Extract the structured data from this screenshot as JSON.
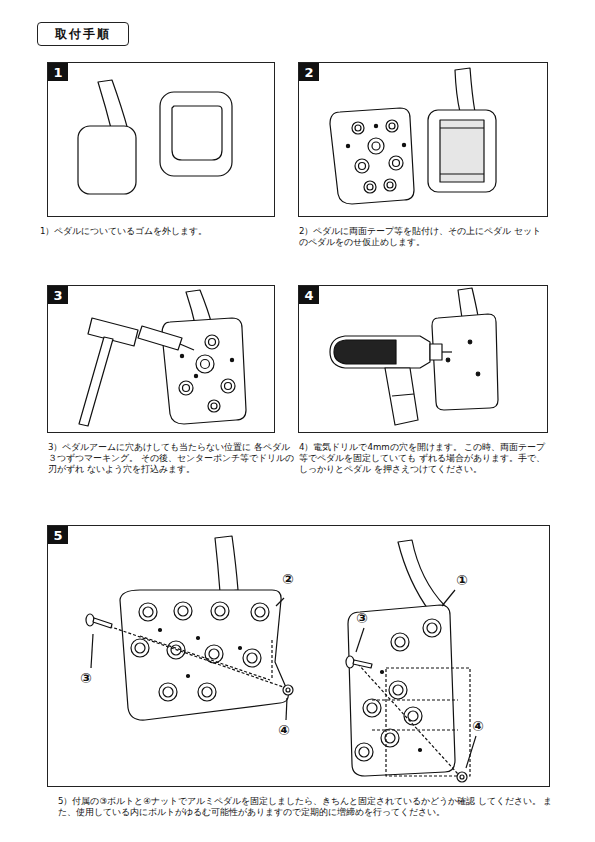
{
  "diagram": {
    "title": "取付手順",
    "nodes": [
      {
        "text": [
          "1）ペダルについているゴムを外します。"
        ]
      },
      {
        "text": [
          "1"
        ],
        "in": 0
      },
      {
        "text": [
          "2）ペダルに両面テープ等を貼付け、その上にペダル セットのペダルをのせ仮止めします。"
        ]
      },
      {
        "text": [
          "2"
        ],
        "in": 2
      },
      {
        "text": [
          "3）ペダルアームに穴あけしても当たらない位置に 各ペダル３つずつマーキング。 その後、センターポンチ等でドリルの刃がずれ ないよう穴を打込みます。"
        ]
      },
      {
        "text": [
          "3"
        ],
        "in": 4
      },
      {
        "text": [
          "4）電気ドリルで4mmの穴を開けます。 この時、両面テープ等でペダルを固定していても ずれる場合があります。手で、しっかりとペダル を押さえつけてください。"
        ]
      },
      {
        "text": [
          "4"
        ],
        "in": 6
      },
      {
        "text": [
          "5）付属の③ボルトと④ナットでアルミペダルを固定しましたら、きちんと固定されているかどうか確認 してください。 また、使用している内にボルトがゆるむ可能性がありますので定期的に増締めを行ってください。"
        ]
      },
      {
        "text": [
          "5"
        ],
        "in": 8
      }
    ],
    "labels": [
      "②",
      "③",
      "④",
      "①",
      "③",
      "④"
    ]
  }
}
